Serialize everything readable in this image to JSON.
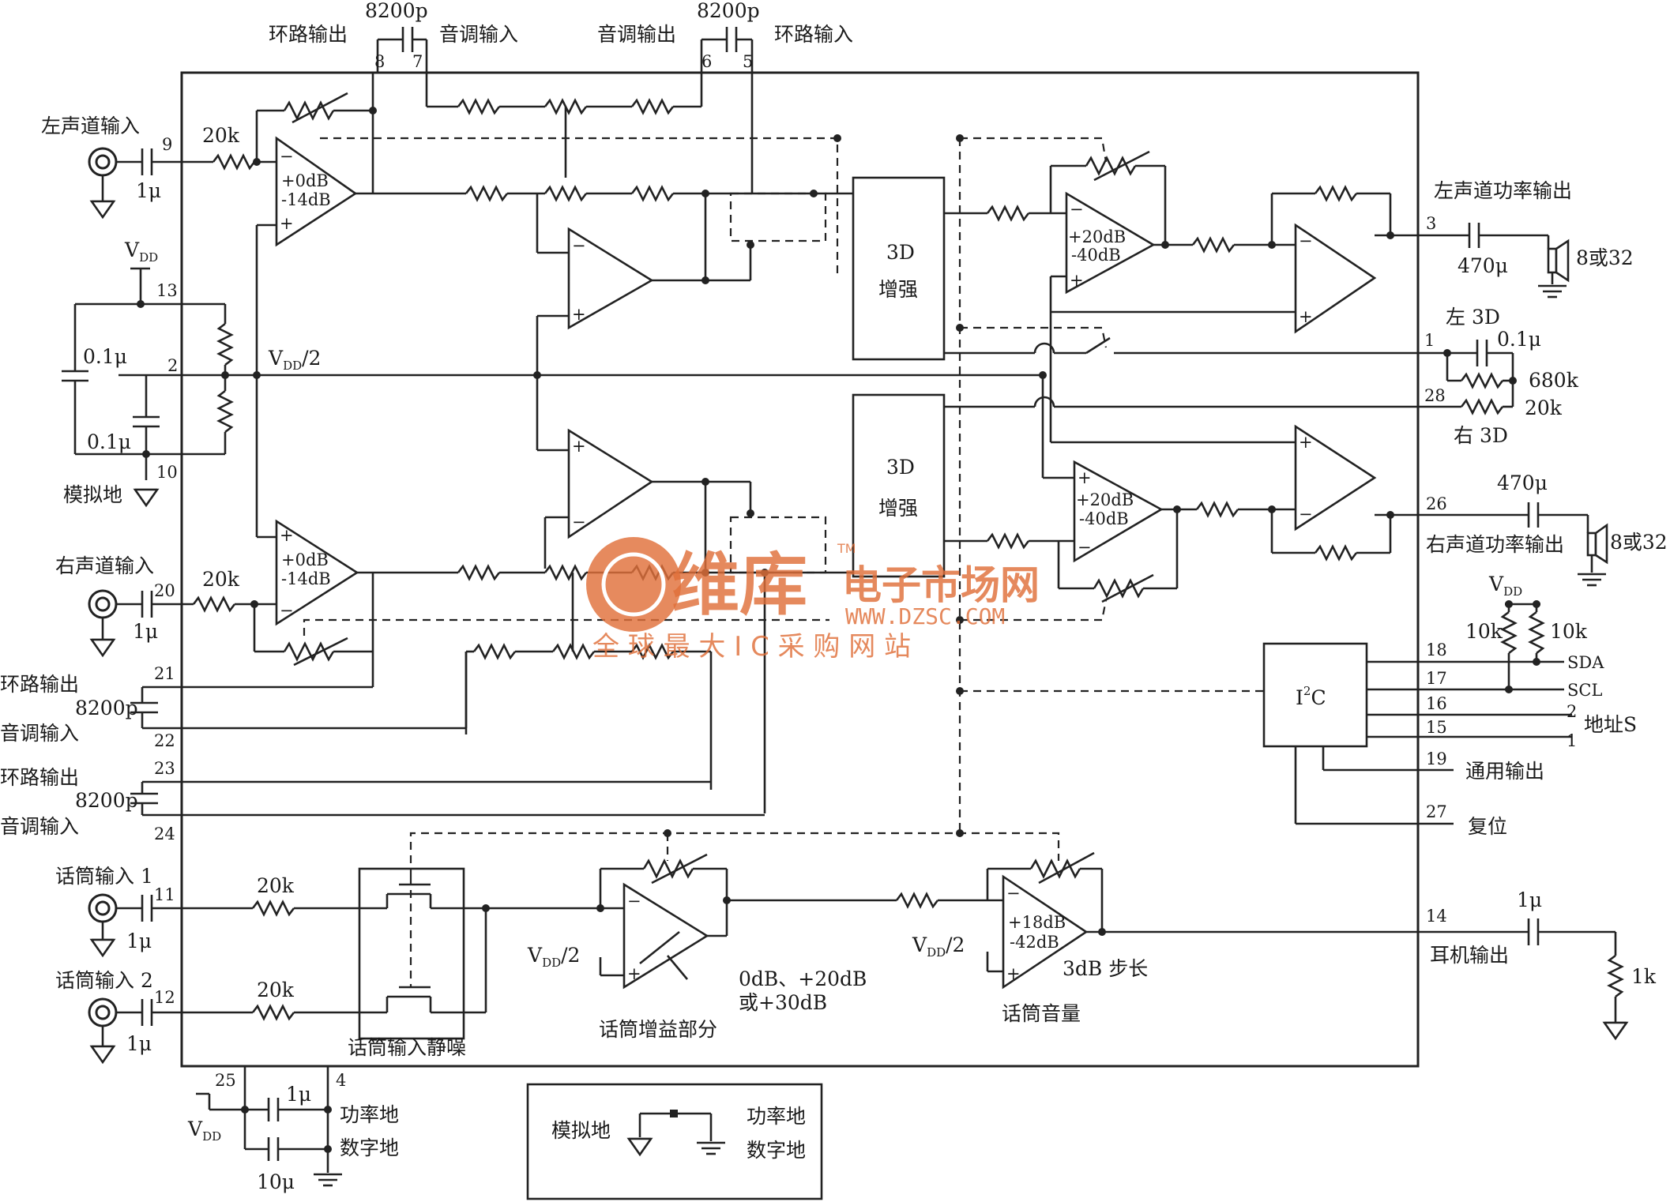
{
  "labels": {
    "loop_out": "环路输出",
    "tone_in": "音调输入",
    "tone_out": "音调输出",
    "loop_in": "环路输入",
    "cap_8200": "8200p",
    "left_in": "左声道输入",
    "right_in": "右声道输入",
    "res_20k": "20k",
    "cap_1u": "1μ",
    "vdd": "V",
    "vdd_sub": "DD",
    "vdd_half": "/2",
    "cap_01u": "0.1μ",
    "analog_gnd": "模拟地",
    "gain_1": "+0dB",
    "gain_2": "-14dB",
    "enh_3d": "3D",
    "enh_word": "增强",
    "gain_20": "+20dB",
    "gain_40": "-40dB",
    "left_pwr_out": "左声道功率输出",
    "right_pwr_out": "右声道功率输出",
    "cap_470u": "470μ",
    "spk": "8或32",
    "left_3d": "左 3D",
    "right_3d": "右 3D",
    "res_680k": "680k",
    "res_10k": "10k",
    "sda": "SDA",
    "scl": "SCL",
    "i2c": "I",
    "i2c_sup": "2",
    "i2c_c": "C",
    "addr": "地址S",
    "gpo": "通用输出",
    "reset": "复位",
    "mic_in_1": "话筒输入 1",
    "mic_in_2": "话筒输入 2",
    "mic_mute": "话筒输入静噪",
    "mic_gain_sec": "话筒增益部分",
    "mic_gain_opts_1": "0dB、+20dB",
    "mic_gain_opts_2": "或+30dB",
    "mic_vol": "话筒音量",
    "gain_18": "+18dB",
    "gain_42": "-42dB",
    "step": "3dB 步长",
    "headphone_out": "耳机输出",
    "res_1k": "1k",
    "pwr_gnd": "功率地",
    "dig_gnd": "数字地",
    "cap_10u": "10μ",
    "legend_analog": "模拟地",
    "legend_power": "功率地",
    "legend_digital": "数字地"
  },
  "pins": {
    "p1": "1",
    "p2": "2",
    "p3": "3",
    "p4": "4",
    "p5": "5",
    "p6": "6",
    "p7": "7",
    "p8": "8",
    "p9": "9",
    "p10": "10",
    "p11": "11",
    "p12": "12",
    "p13": "13",
    "p14": "14",
    "p15": "15",
    "p16": "16",
    "p17": "17",
    "p18": "18",
    "p19": "19",
    "p20": "20",
    "p21": "21",
    "p22": "22",
    "p23": "23",
    "p24": "24",
    "p25": "25",
    "p26": "26",
    "p27": "27",
    "p28": "28",
    "addr_2": "2",
    "addr_1": "1"
  },
  "watermark": {
    "brand": "维库",
    "tagline": "电子市场网",
    "url": "WWW.DZSC.COM",
    "slogan": "全 球 最 大 I C 采 购 网 站",
    "tm": "TM"
  },
  "colors": {
    "ink": "#222222",
    "watermark": "#e0703a"
  }
}
